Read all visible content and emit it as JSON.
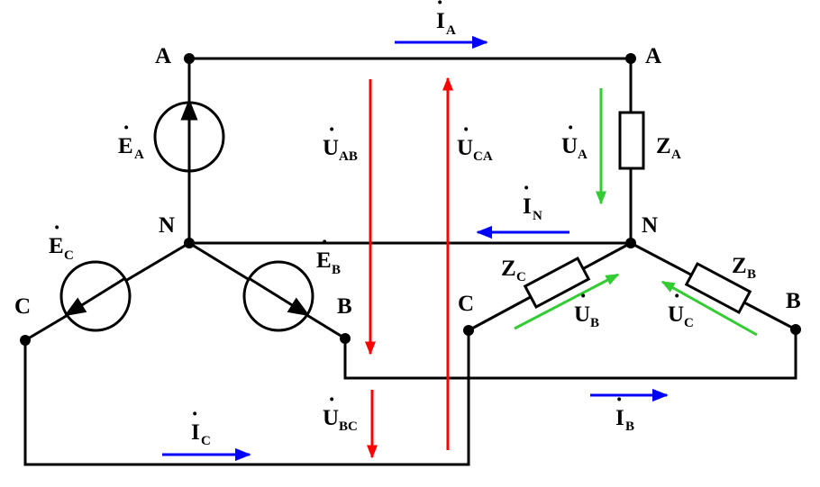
{
  "colors": {
    "wire": "#000000",
    "line_current_arrow": "#0000ff",
    "line_voltage_arrow": "#ff0000",
    "phase_voltage_arrow": "#33cc33"
  },
  "source": {
    "node_a": "A",
    "node_n": "N",
    "node_b": "B",
    "node_c": "C",
    "emf_a": {
      "main": "E",
      "sub": "A"
    },
    "emf_b": {
      "main": "E",
      "sub": "B"
    },
    "emf_c": {
      "main": "E",
      "sub": "C"
    }
  },
  "load": {
    "node_a": "A",
    "node_n": "N",
    "node_b": "B",
    "node_c": "C",
    "z_a": {
      "main": "Z",
      "sub": "A"
    },
    "z_b": {
      "main": "Z",
      "sub": "B"
    },
    "z_c": {
      "main": "Z",
      "sub": "C"
    },
    "u_a": {
      "main": "U",
      "sub": "A"
    },
    "u_b": {
      "main": "U",
      "sub": "B"
    },
    "u_c": {
      "main": "U",
      "sub": "C"
    }
  },
  "lines": {
    "i_a": {
      "main": "I",
      "sub": "A"
    },
    "i_b": {
      "main": "I",
      "sub": "B"
    },
    "i_c": {
      "main": "I",
      "sub": "C"
    },
    "i_n": {
      "main": "I",
      "sub": "N"
    },
    "u_ab": {
      "main": "U",
      "sub": "AB"
    },
    "u_bc": {
      "main": "U",
      "sub": "BC"
    },
    "u_ca": {
      "main": "U",
      "sub": "CA"
    }
  },
  "phasor_dot": "·"
}
